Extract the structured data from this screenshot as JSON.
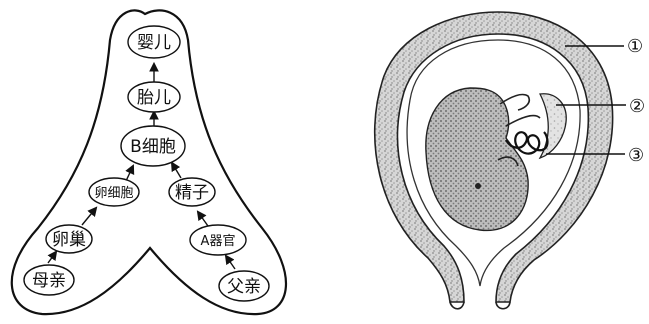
{
  "flowchart": {
    "nodes": {
      "infant": "婴儿",
      "fetus": "胎儿",
      "b_cell": "B细胞",
      "egg_cell": "卵细胞",
      "sperm": "精子",
      "ovary": "卵巢",
      "a_organ": "A器官",
      "mother": "母亲",
      "father": "父亲"
    }
  },
  "uterus_diagram": {
    "labels": [
      "①",
      "②",
      "③"
    ]
  }
}
